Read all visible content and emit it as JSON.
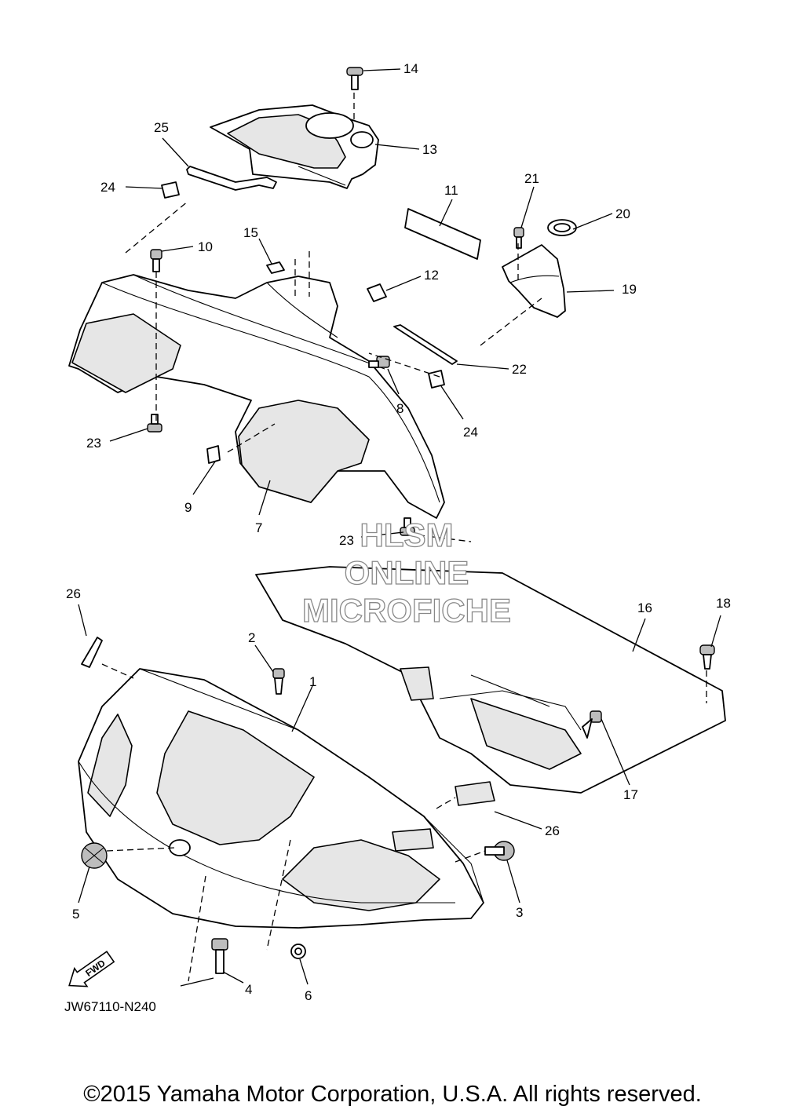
{
  "diagram_code": "JW67110-N240",
  "copyright": "©2015 Yamaha Motor Corporation, U.S.A. All rights reserved.",
  "watermark": [
    "HLSM",
    "ONLINE",
    "MICROFICHE"
  ],
  "fwd_label": "FWD",
  "callouts": {
    "c1": "1",
    "c2": "2",
    "c3": "3",
    "c4": "4",
    "c5": "5",
    "c6": "6",
    "c7": "7",
    "c8": "8",
    "c9": "9",
    "c10": "10",
    "c11": "11",
    "c12": "12",
    "c13": "13",
    "c14": "14",
    "c15": "15",
    "c16": "16",
    "c17": "17",
    "c18": "18",
    "c19": "19",
    "c20": "20",
    "c21": "21",
    "c22": "22",
    "c23a": "23",
    "c23b": "23",
    "c24a": "24",
    "c24b": "24",
    "c25": "25",
    "c26a": "26",
    "c26b": "26"
  }
}
